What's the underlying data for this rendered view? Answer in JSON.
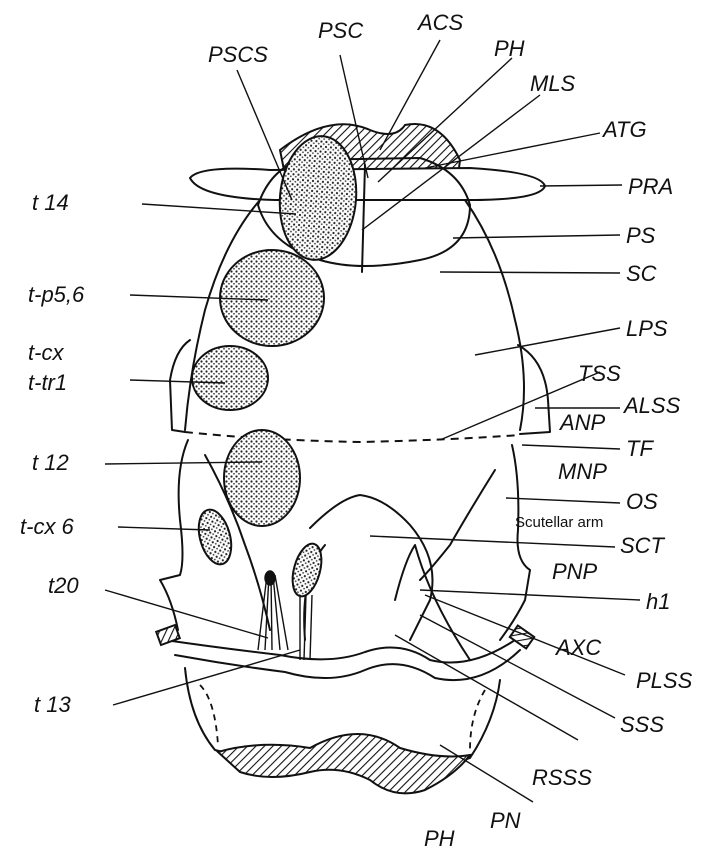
{
  "labels": {
    "PSCS": "PSCS",
    "PSC": "PSC",
    "ACS": "ACS",
    "PH_top": "PH",
    "MLS": "MLS",
    "ATG": "ATG",
    "PRA": "PRA",
    "t14": "t 14",
    "PS": "PS",
    "SC": "SC",
    "tp56": "t-p5,6",
    "LPS": "LPS",
    "tcx": "t-cx",
    "ttr1": "t-tr1",
    "TSS": "TSS",
    "ALSS": "ALSS",
    "ANP": "ANP",
    "t12": "t 12",
    "TF": "TF",
    "MNP": "MNP",
    "tcx6": "t-cx 6",
    "OS": "OS",
    "scutellar_arm": "Scutellar arm",
    "SCT": "SCT",
    "PNP": "PNP",
    "t20": "t20",
    "h1": "h1",
    "PLSS": "PLSS",
    "AXC": "AXC",
    "t13": "t 13",
    "SSS": "SSS",
    "RSSS": "RSSS",
    "PN": "PN",
    "PH_bottom": "PH"
  }
}
